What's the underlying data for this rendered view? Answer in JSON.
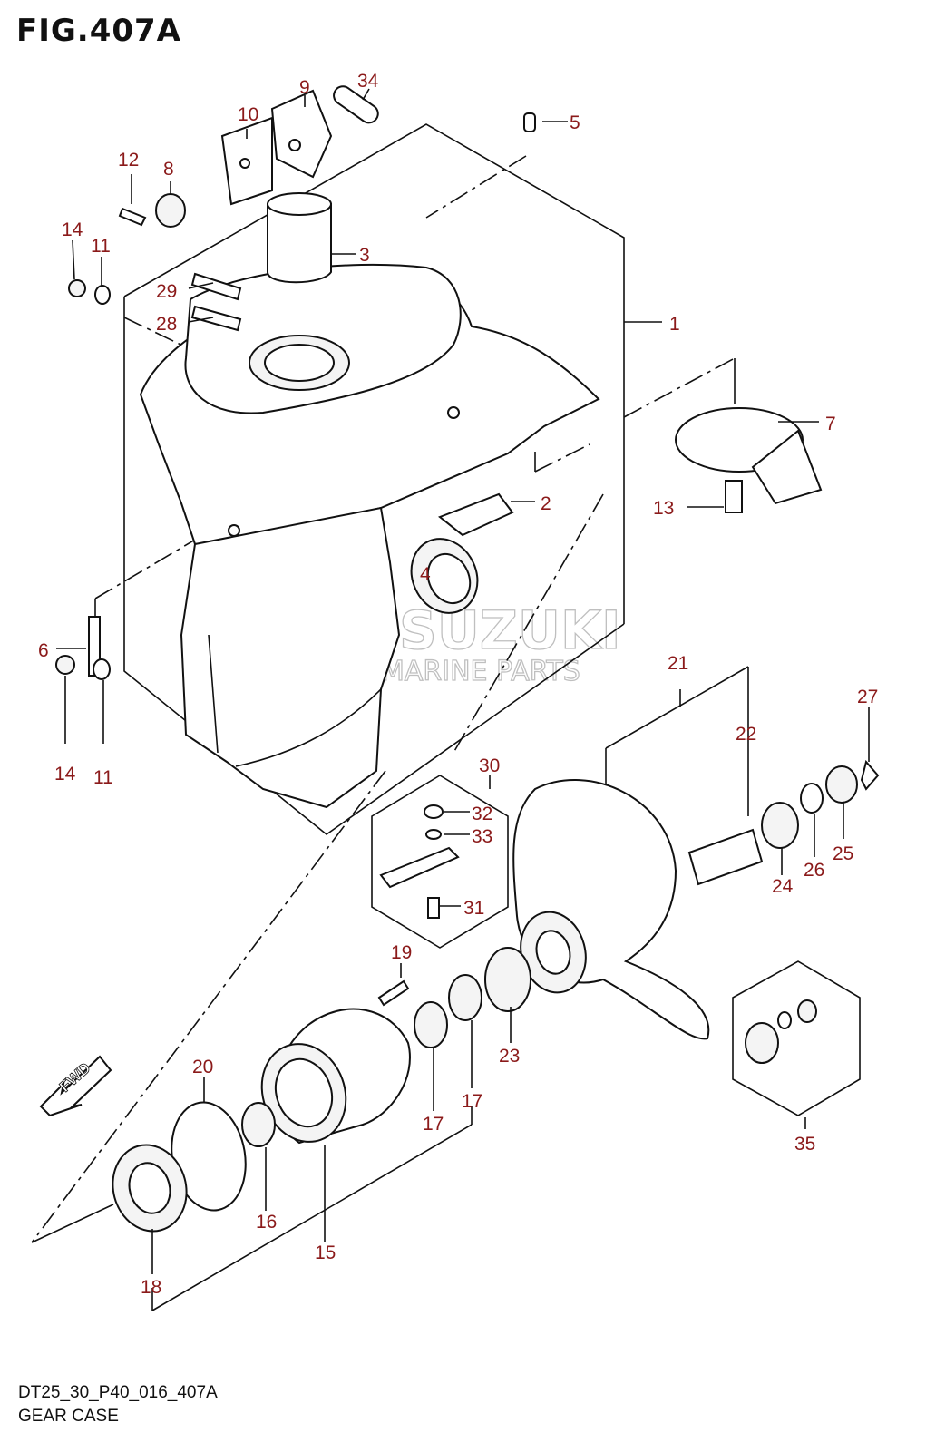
{
  "figure_title": "FIG.407A",
  "drawing_code": "DT25_30_P40_016_407A",
  "drawing_name": "GEAR CASE",
  "label_color": "#8b1a1a",
  "watermark": {
    "brand": "SUZUKI",
    "subtitle": "MARINE PARTS"
  },
  "direction_arrow": "FWD",
  "callouts": {
    "c1": "1",
    "c2": "2",
    "c3": "3",
    "c4": "4",
    "c5": "5",
    "c6": "6",
    "c7": "7",
    "c8": "8",
    "c9": "9",
    "c10": "10",
    "c11a": "11",
    "c11b": "11",
    "c12": "12",
    "c13": "13",
    "c14a": "14",
    "c14b": "14",
    "c15": "15",
    "c16": "16",
    "c17a": "17",
    "c17b": "17",
    "c18": "18",
    "c19": "19",
    "c20": "20",
    "c21": "21",
    "c22": "22",
    "c23": "23",
    "c24": "24",
    "c25": "25",
    "c26": "26",
    "c27": "27",
    "c28": "28",
    "c29": "29",
    "c30": "30",
    "c31": "31",
    "c32": "32",
    "c33": "33",
    "c34": "34",
    "c35": "35"
  }
}
